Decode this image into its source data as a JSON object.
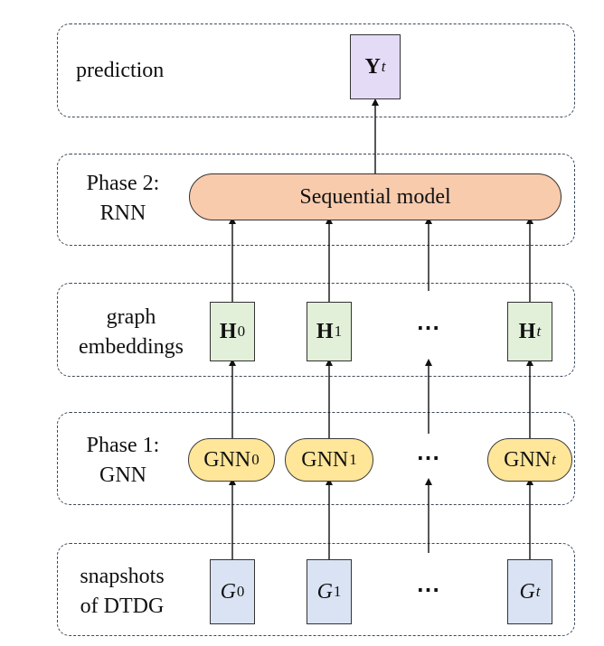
{
  "layers": {
    "prediction": {
      "label": "prediction"
    },
    "rnn": {
      "label_line1": "Phase 2:",
      "label_line2": "RNN"
    },
    "embeddings": {
      "label_line1": "graph",
      "label_line2": "embeddings"
    },
    "gnn": {
      "label_line1": "Phase 1:",
      "label_line2": "GNN"
    },
    "snapshots": {
      "label_line1": "snapshots",
      "label_line2": "of DTDG"
    }
  },
  "output": {
    "symbol": "Y",
    "subscript": "t"
  },
  "sequential_model": {
    "label": "Sequential model"
  },
  "embeddings": [
    {
      "symbol": "H",
      "subscript": "0"
    },
    {
      "symbol": "H",
      "subscript": "1"
    },
    {
      "symbol": "H",
      "subscript": "t"
    }
  ],
  "gnns": [
    {
      "symbol": "GNN",
      "subscript": "0"
    },
    {
      "symbol": "GNN",
      "subscript": "1"
    },
    {
      "symbol": "GNN",
      "subscript": "t"
    }
  ],
  "snapshots": [
    {
      "symbol": "G",
      "subscript": "0"
    },
    {
      "symbol": "G",
      "subscript": "1"
    },
    {
      "symbol": "G",
      "subscript": "t"
    }
  ],
  "ellipsis": "⋯",
  "colors": {
    "prediction_node": "#e4dbf7",
    "sequential_model": "#f8cbad",
    "embedding_node": "#e2efd9",
    "gnn_node": "#ffe699",
    "snapshot_node": "#dae3f3",
    "band_border": "#3a4a5c"
  }
}
